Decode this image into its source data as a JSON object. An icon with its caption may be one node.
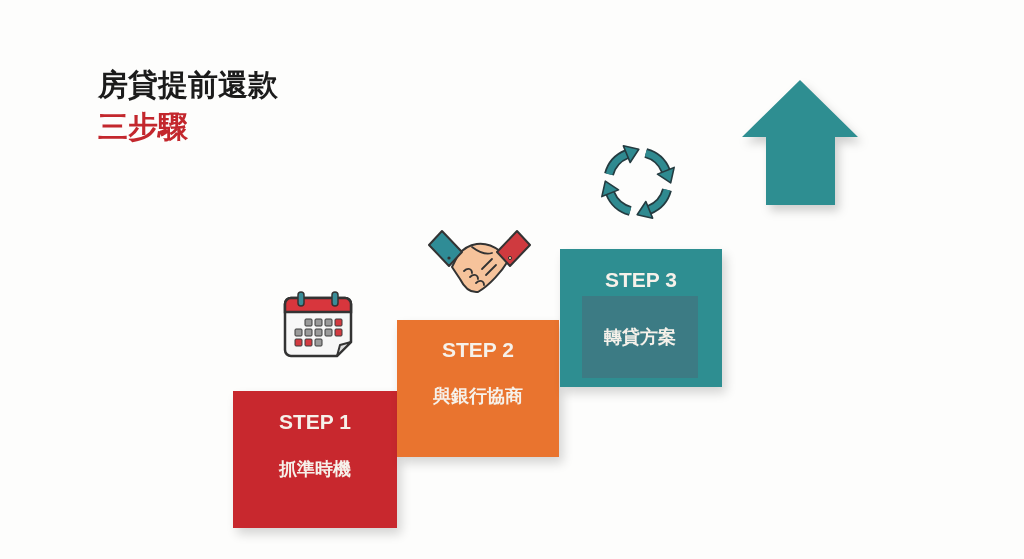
{
  "diagram": {
    "title": "房貸提前還款",
    "nodes": [
      {
        "text": [
          "STEP 1",
          "抓準時機"
        ]
      },
      {
        "text": [
          "STEP 2",
          "與銀行協商"
        ]
      },
      {
        "text": [
          "STEP 3",
          "轉貸方案"
        ]
      }
    ],
    "labels": [
      "三步驟"
    ]
  }
}
